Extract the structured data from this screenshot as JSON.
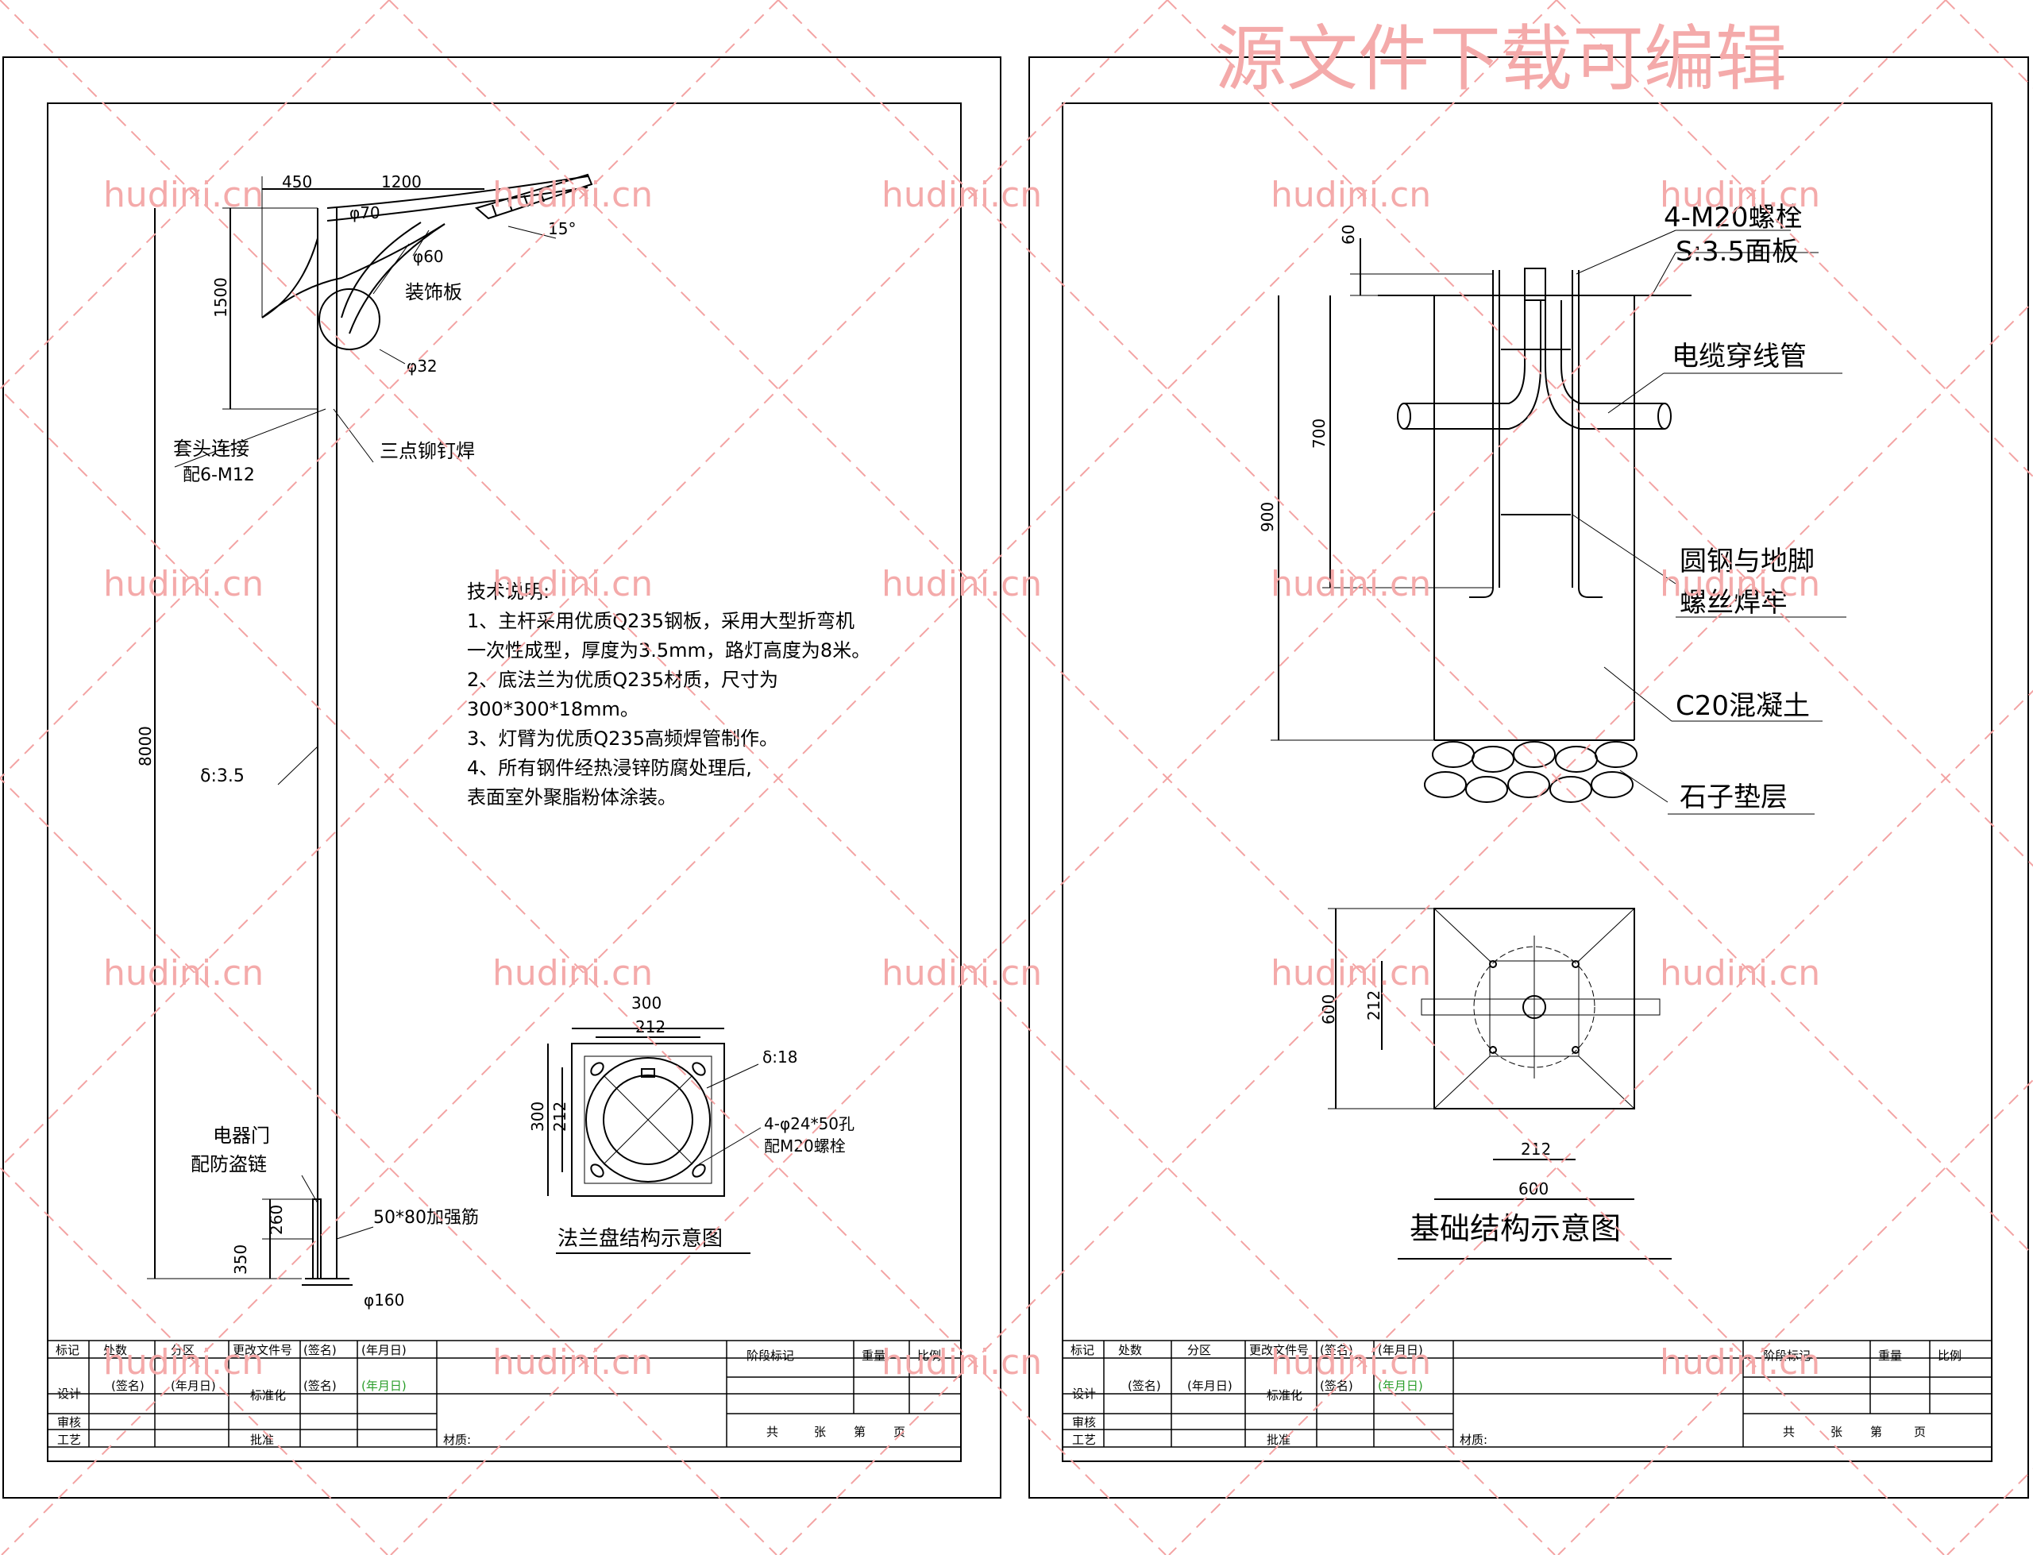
{
  "watermark": {
    "title": "源文件下载可编辑",
    "site": "hudini.cn"
  },
  "left_sheet": {
    "dims": {
      "arm_450": "450",
      "arm_1200": "1200",
      "phi70": "φ70",
      "phi60": "φ60",
      "phi32": "φ32",
      "angle15": "15°",
      "h1500": "1500",
      "h8000": "8000",
      "h260": "260",
      "h350": "350",
      "phi160": "φ160",
      "delta35": "δ:3.5"
    },
    "labels": {
      "decor_plate": "装饰板",
      "sleeve_conn": "套头连接",
      "sleeve_bolt": "配6-M12",
      "rivet_weld": "三点铆钉焊",
      "elec_door": "电器门",
      "anti_theft": "配防盗链",
      "rib": "50*80加强筋"
    },
    "tech_notes": {
      "heading": "技术说明:",
      "lines": [
        "1、主杆采用优质Q235钢板，采用大型折弯机",
        "一次性成型，厚度为3.5mm，路灯高度为8米。",
        "2、底法兰为优质Q235材质，尺寸为",
        "300*300*18mm。",
        "3、灯臂为优质Q235高频焊管制作。",
        "4、所有钢件经热浸锌防腐处理后,",
        "表面室外聚脂粉体涂装。"
      ]
    },
    "flange": {
      "d300_top": "300",
      "d212_top": "212",
      "d300_side": "300",
      "d212_side": "212",
      "thickness": "δ:18",
      "holes": "4-φ24*50孔",
      "bolts": "配M20螺栓",
      "title": "法兰盘结构示意图"
    }
  },
  "right_sheet": {
    "labels": {
      "bolt": "4-M20螺栓",
      "panel": "S:3.5面板",
      "cable": "电缆穿线管",
      "weld1": "圆钢与地脚",
      "weld2": "螺丝焊牢",
      "concrete": "C20混凝土",
      "gravel": "石子垫层"
    },
    "dims": {
      "d60": "60",
      "d700": "700",
      "d900": "900",
      "p600_side": "600",
      "p212_side": "212",
      "p212_bottom": "212",
      "p600_bottom": "600"
    },
    "title": "基础结构示意图"
  },
  "title_block": {
    "row1": [
      "标记",
      "处数",
      "分区",
      "更改文件号",
      "(签名)",
      "(年月日)"
    ],
    "stage": "阶段标记",
    "weight": "重量",
    "scale": "比例",
    "design": "设计",
    "sign": "(签名)",
    "date": "(年月日)",
    "standard": "标准化",
    "sign2": "(签名)",
    "date2": "(年月日)",
    "review": "审核",
    "craft": "工艺",
    "approve": "批准",
    "material": "材质:",
    "pages": [
      "共",
      "张",
      "第",
      "页"
    ]
  }
}
